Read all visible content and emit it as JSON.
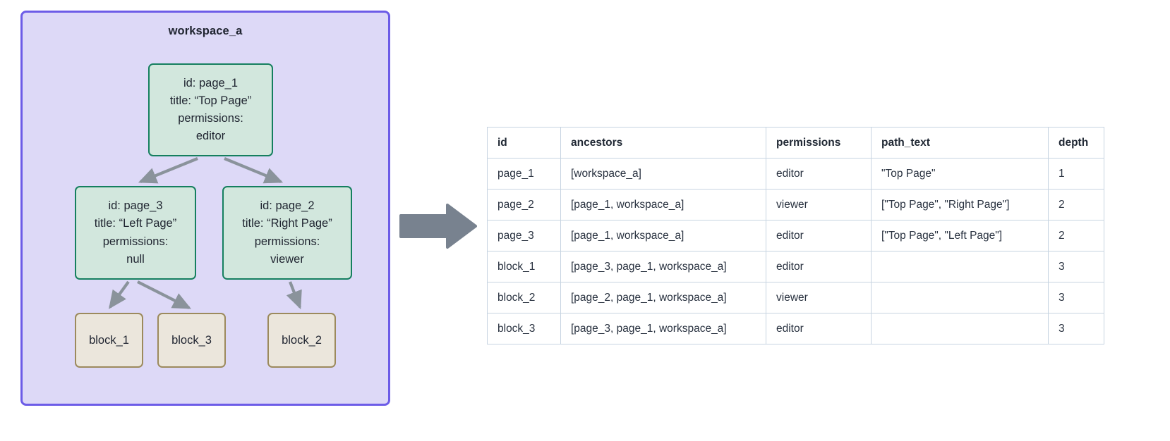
{
  "diagram": {
    "container_label": "workspace_a",
    "colors": {
      "container_fill": "#ddd9f7",
      "container_border": "#6c5ce7",
      "page_node_fill": "#d2e7dd",
      "page_node_border": "#157f5f",
      "block_node_fill": "#ebe6dc",
      "block_node_border": "#9c8a5d",
      "arrow": "#8a939b",
      "table_border": "#c7d4e1",
      "text": "#1f2430"
    },
    "nodes": [
      {
        "key": "page_1",
        "type": "page",
        "lines": [
          "id: page_1",
          "title: “Top Page”",
          "permissions:",
          "editor"
        ]
      },
      {
        "key": "page_3",
        "type": "page",
        "lines": [
          "id: page_3",
          "title: “Left Page”",
          "permissions:",
          "null"
        ]
      },
      {
        "key": "page_2",
        "type": "page",
        "lines": [
          "id: page_2",
          "title: “Right Page”",
          "permissions:",
          "viewer"
        ]
      },
      {
        "key": "block_1",
        "type": "block",
        "lines": [
          "block_1"
        ]
      },
      {
        "key": "block_3",
        "type": "block",
        "lines": [
          "block_3"
        ]
      },
      {
        "key": "block_2",
        "type": "block",
        "lines": [
          "block_2"
        ]
      }
    ],
    "edges": [
      {
        "from": "page_1",
        "to": "page_3"
      },
      {
        "from": "page_1",
        "to": "page_2"
      },
      {
        "from": "page_3",
        "to": "block_1"
      },
      {
        "from": "page_3",
        "to": "block_3"
      },
      {
        "from": "page_2",
        "to": "block_2"
      }
    ]
  },
  "table": {
    "columns": [
      "id",
      "ancestors",
      "permissions",
      "path_text",
      "depth"
    ],
    "rows": [
      {
        "id": "page_1",
        "ancestors": "[workspace_a]",
        "permissions": "editor",
        "path_text": "\"Top Page\"",
        "depth": "1"
      },
      {
        "id": "page_2",
        "ancestors": "[page_1, workspace_a]",
        "permissions": "viewer",
        "path_text": "[\"Top Page\", \"Right Page\"]",
        "depth": "2"
      },
      {
        "id": "page_3",
        "ancestors": "[page_1, workspace_a]",
        "permissions": "editor",
        "path_text": "[\"Top Page\", \"Left Page\"]",
        "depth": "2"
      },
      {
        "id": "block_1",
        "ancestors": "[page_3, page_1, workspace_a]",
        "permissions": "editor",
        "path_text": "",
        "depth": "3"
      },
      {
        "id": "block_2",
        "ancestors": "[page_2, page_1, workspace_a]",
        "permissions": "viewer",
        "path_text": "",
        "depth": "3"
      },
      {
        "id": "block_3",
        "ancestors": "[page_3, page_1, workspace_a]",
        "permissions": "editor",
        "path_text": "",
        "depth": "3"
      }
    ]
  }
}
